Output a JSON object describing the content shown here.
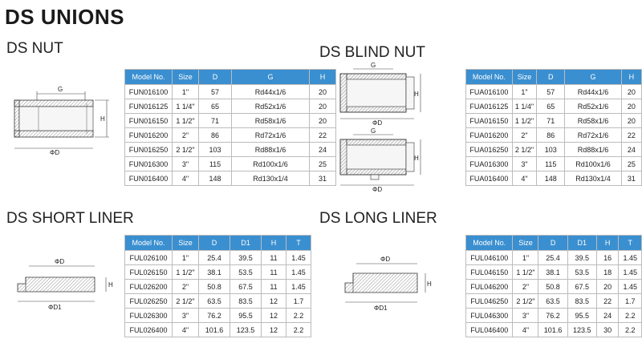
{
  "title": "DS UNIONS",
  "sections": {
    "nut": {
      "title": "DS NUT",
      "headers": [
        "Model No.",
        "Size",
        "D",
        "G",
        "H"
      ],
      "rows": [
        [
          "FUN016100",
          "1\"",
          "57",
          "Rd44x1/6",
          "20"
        ],
        [
          "FUN016125",
          "1 1/4\"",
          "65",
          "Rd52x1/6",
          "20"
        ],
        [
          "FUN016150",
          "1 1/2\"",
          "71",
          "Rd58x1/6",
          "20"
        ],
        [
          "FUN016200",
          "2\"",
          "86",
          "Rd72x1/6",
          "22"
        ],
        [
          "FUN016250",
          "2 1/2\"",
          "103",
          "Rd88x1/6",
          "24"
        ],
        [
          "FUN016300",
          "3\"",
          "115",
          "Rd100x1/6",
          "25"
        ],
        [
          "FUN016400",
          "4\"",
          "148",
          "Rd130x1/4",
          "31"
        ]
      ],
      "dims": {
        "g": "G",
        "h": "H",
        "d": "ΦD"
      }
    },
    "blind_nut": {
      "title": "DS BLIND NUT",
      "headers": [
        "Model No.",
        "Size",
        "D",
        "G",
        "H"
      ],
      "rows": [
        [
          "FUA016100",
          "1\"",
          "57",
          "Rd44x1/6",
          "20"
        ],
        [
          "FUA016125",
          "1 1/4\"",
          "65",
          "Rd52x1/6",
          "20"
        ],
        [
          "FUA016150",
          "1 1/2\"",
          "71",
          "Rd58x1/6",
          "20"
        ],
        [
          "FUA016200",
          "2\"",
          "86",
          "Rd72x1/6",
          "22"
        ],
        [
          "FUA016250",
          "2 1/2\"",
          "103",
          "Rd88x1/6",
          "24"
        ],
        [
          "FUA016300",
          "3\"",
          "115",
          "Rd100x1/6",
          "25"
        ],
        [
          "FUA016400",
          "4\"",
          "148",
          "Rd130x1/4",
          "31"
        ]
      ],
      "dims": {
        "g": "G",
        "h": "H",
        "d": "ΦD"
      }
    },
    "short_liner": {
      "title": "DS SHORT LINER",
      "headers": [
        "Model No.",
        "Size",
        "D",
        "D1",
        "H",
        "T"
      ],
      "rows": [
        [
          "FUL026100",
          "1\"",
          "25.4",
          "39.5",
          "11",
          "1.45"
        ],
        [
          "FUL026150",
          "1 1/2\"",
          "38.1",
          "53.5",
          "11",
          "1.45"
        ],
        [
          "FUL026200",
          "2\"",
          "50.8",
          "67.5",
          "11",
          "1.45"
        ],
        [
          "FUL026250",
          "2 1/2\"",
          "63.5",
          "83.5",
          "12",
          "1.7"
        ],
        [
          "FUL026300",
          "3\"",
          "76.2",
          "95.5",
          "12",
          "2.2"
        ],
        [
          "FUL026400",
          "4\"",
          "101.6",
          "123.5",
          "12",
          "2.2"
        ]
      ],
      "dims": {
        "d": "ΦD",
        "h": "H",
        "d1": "ΦD1"
      }
    },
    "long_liner": {
      "title": "DS LONG LINER",
      "headers": [
        "Model No.",
        "Size",
        "D",
        "D1",
        "H",
        "T"
      ],
      "rows": [
        [
          "FUL046100",
          "1\"",
          "25.4",
          "39.5",
          "16",
          "1.45"
        ],
        [
          "FUL046150",
          "1 1/2\"",
          "38.1",
          "53.5",
          "18",
          "1.45"
        ],
        [
          "FUL046200",
          "2\"",
          "50.8",
          "67.5",
          "20",
          "1.45"
        ],
        [
          "FUL046250",
          "2 1/2\"",
          "63.5",
          "83.5",
          "22",
          "1.7"
        ],
        [
          "FUL046300",
          "3\"",
          "76.2",
          "95.5",
          "24",
          "2.2"
        ],
        [
          "FUL046400",
          "4\"",
          "101.6",
          "123.5",
          "30",
          "2.2"
        ]
      ],
      "dims": {
        "d": "ΦD",
        "h": "H",
        "d1": "ΦD1"
      }
    }
  }
}
